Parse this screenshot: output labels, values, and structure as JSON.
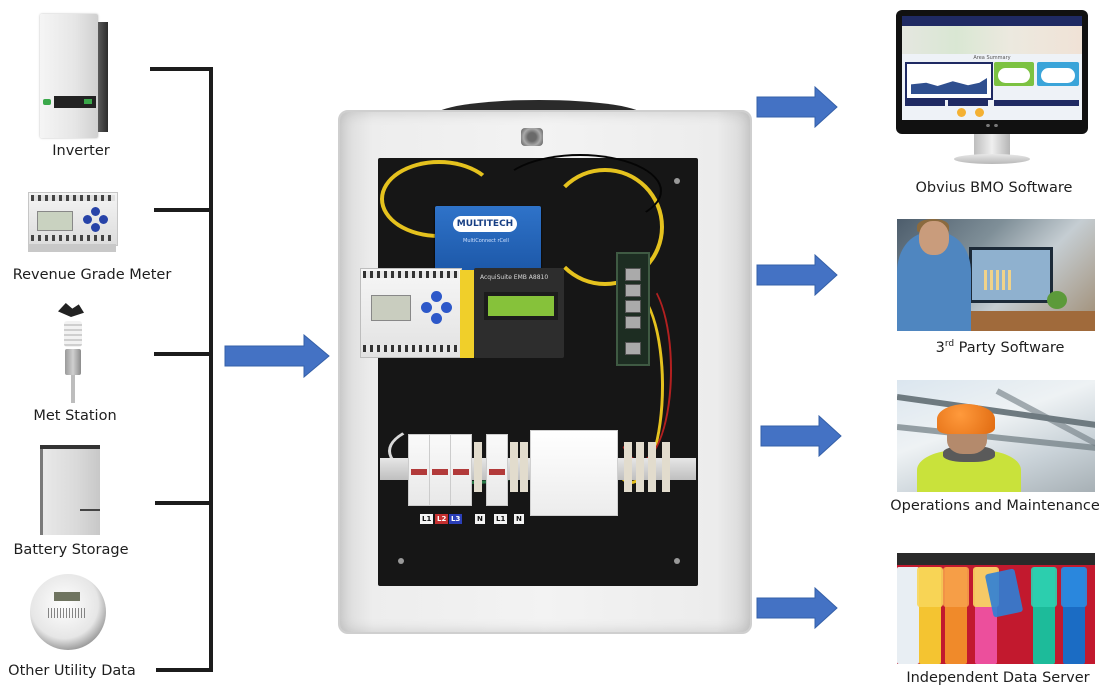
{
  "diagram": {
    "accent_color": "#4472C4",
    "line_color": "#1c1c1c",
    "inputs": [
      {
        "id": "inverter",
        "label": "Inverter",
        "icon": "inverter-icon"
      },
      {
        "id": "meter",
        "label": "Revenue Grade Meter",
        "icon": "revenue-meter-icon"
      },
      {
        "id": "met",
        "label": "Met Station",
        "icon": "weather-station-icon"
      },
      {
        "id": "battery",
        "label": "Battery Storage",
        "icon": "battery-icon"
      },
      {
        "id": "utility",
        "label": "Other Utility Data",
        "icon": "utility-meter-icon"
      }
    ],
    "hub": {
      "icon": "data-acquisition-enclosure-icon",
      "modem_brand": "MULTITECH",
      "modem_model": "MultiConnect rCell",
      "logger_label": "AcquiSuite EMB A8810",
      "phase_tags": [
        "L1",
        "L2",
        "L3",
        "N",
        "L1",
        "N"
      ]
    },
    "outputs": [
      {
        "id": "bmo",
        "label": "Obvius BMO Software",
        "icon": "monitor-dashboard-icon",
        "screen_title": "Area Summary"
      },
      {
        "id": "third",
        "label_prefix": "3",
        "label_sup": "rd",
        "label_rest": " Party Software",
        "icon": "analyst-photo-icon"
      },
      {
        "id": "om",
        "label": "Operations and Maintenance",
        "icon": "worker-photo-icon"
      },
      {
        "id": "server",
        "label": "Independent Data Server",
        "icon": "network-cables-photo-icon"
      }
    ]
  }
}
